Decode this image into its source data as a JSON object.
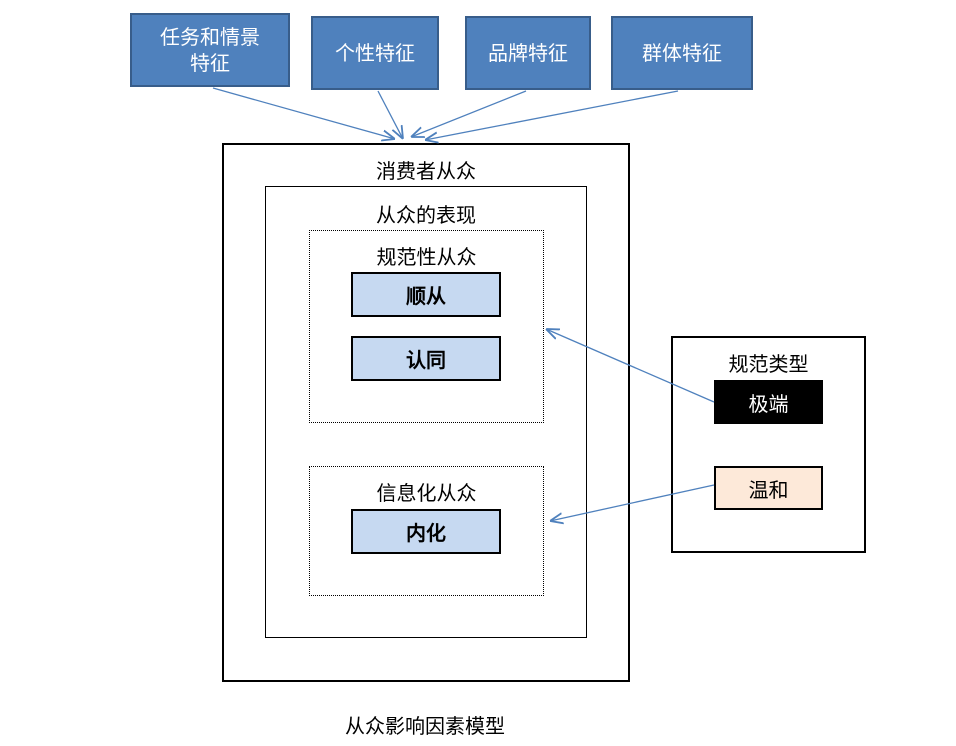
{
  "factors": [
    {
      "label": "任务和情景\n特征"
    },
    {
      "label": "个性特征"
    },
    {
      "label": "品牌特征"
    },
    {
      "label": "群体特征"
    }
  ],
  "outer": {
    "title": "消费者从众"
  },
  "inner": {
    "title": "从众的表现"
  },
  "normative": {
    "title": "规范性从众",
    "items": [
      "顺从",
      "认同"
    ]
  },
  "informational": {
    "title": "信息化从众",
    "items": [
      "内化"
    ]
  },
  "norm_types": {
    "title": "规范类型",
    "extreme": "极端",
    "mild": "温和"
  },
  "colors": {
    "factor_fill": "#4f81bd",
    "item_fill": "#c6d9f1",
    "extreme_fill": "#000000",
    "mild_fill": "#fde9d9",
    "arrow": "#4f81bd"
  },
  "caption": "从众影响因素模型"
}
